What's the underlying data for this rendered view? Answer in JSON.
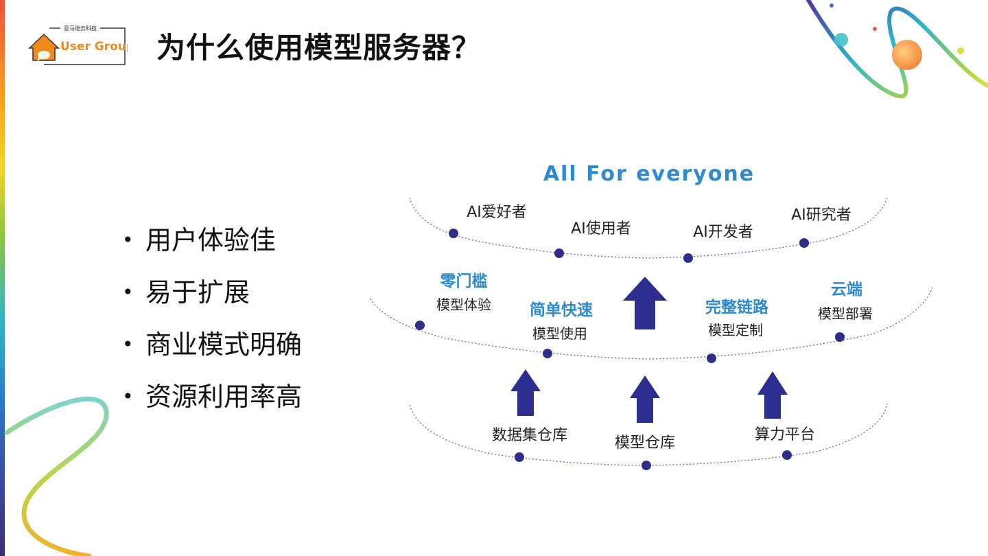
{
  "logo": {
    "top_text": "亚马逊云科技",
    "brand_text": "User Group"
  },
  "title": "为什么使用模型服务器？",
  "bullets": [
    "用户体验佳",
    "易于扩展",
    "商业模式明确",
    "资源利用率高"
  ],
  "diagram": {
    "headline": "All For everyone",
    "top_tier": {
      "items": [
        "AI爱好者",
        "AI使用者",
        "AI开发者",
        "AI研究者"
      ]
    },
    "middle_tier": {
      "items": [
        {
          "title": "零门槛",
          "subtitle": "模型体验"
        },
        {
          "title": "简单快速",
          "subtitle": "模型使用"
        },
        {
          "title": "完整链路",
          "subtitle": "模型定制"
        },
        {
          "title": "云端",
          "subtitle": "模型部署"
        }
      ]
    },
    "bottom_tier": {
      "items": [
        "数据集仓库",
        "模型仓库",
        "算力平台"
      ]
    }
  },
  "colors": {
    "accent_blue": "#2e8ad0",
    "arrow_navy": "#2b2e8f",
    "dot_navy": "#2e2e8a",
    "dashed_line": "#6a6ab8",
    "logo_orange": "#f08a1c"
  }
}
